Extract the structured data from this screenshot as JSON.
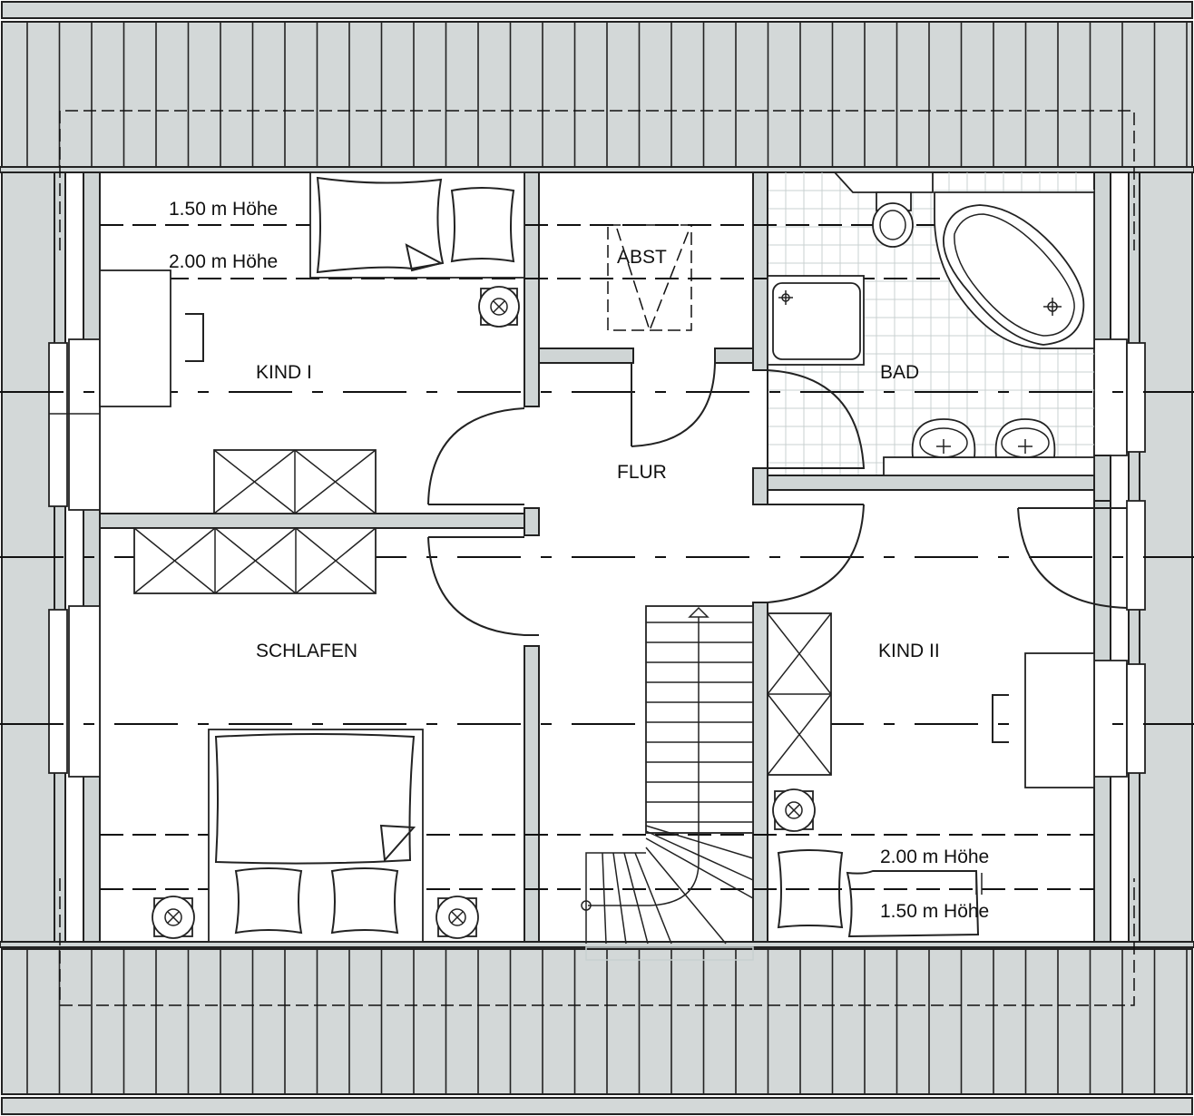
{
  "rooms": {
    "kind1": "KIND I",
    "abst": "ABST",
    "bad": "BAD",
    "flur": "FLUR",
    "schlafen": "SCHLAFEN",
    "kind2": "KIND II"
  },
  "heights": {
    "h150": "1.50 m Höhe",
    "h200": "2.00 m Höhe"
  },
  "colors": {
    "roof": "#d3d8d8",
    "wall": "#cfd5d5",
    "line": "#222222",
    "tile": "#c8d0d0"
  }
}
